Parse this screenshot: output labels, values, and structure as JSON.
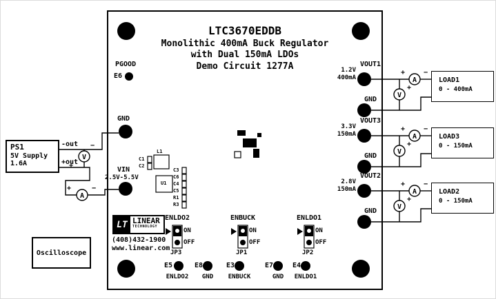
{
  "board": {
    "title": "LTC3670EDDB",
    "subtitle1": "Monolithic 400mA Buck Regulator",
    "subtitle2": "with Dual 150mA LDOs",
    "subtitle3": "Demo Circuit 1277A"
  },
  "power_supply": {
    "name": "PS1",
    "type": "5V Supply",
    "current": "1.6A",
    "neg": "-out",
    "pos": "+out"
  },
  "oscilloscope_label": "Oscilloscope",
  "pgood": {
    "label": "PGOOD",
    "ref": "E6"
  },
  "turret_gnd": "GND",
  "turret_vin": {
    "label": "VIN",
    "range": "2.5V-5.5V"
  },
  "outputs": [
    {
      "name": "VOUT1",
      "voltage": "1.2V",
      "current": "400mA",
      "gnd": "GND",
      "load_name": "LOAD1",
      "load_range": "0 - 400mA"
    },
    {
      "name": "VOUT3",
      "voltage": "3.3V",
      "current": "150mA",
      "gnd": "GND",
      "load_name": "LOAD3",
      "load_range": "0 - 150mA"
    },
    {
      "name": "VOUT2",
      "voltage": "2.8V",
      "current": "150mA",
      "gnd": "GND",
      "load_name": "LOAD2",
      "load_range": "0 - 150mA"
    }
  ],
  "jumpers": [
    {
      "name": "ENLDO2",
      "on": "ON",
      "off": "OFF",
      "ref": "JP3"
    },
    {
      "name": "ENBUCK",
      "on": "ON",
      "off": "OFF",
      "ref": "JP1"
    },
    {
      "name": "ENLDO1",
      "on": "ON",
      "off": "OFF",
      "ref": "JP2"
    }
  ],
  "testpoints": [
    {
      "ref": "E5",
      "label": "ENLDO2"
    },
    {
      "ref": "E8",
      "label": "GND"
    },
    {
      "ref": "E3",
      "label": "ENBUCK"
    },
    {
      "ref": "E7",
      "label": "GND"
    },
    {
      "ref": "E4",
      "label": "ENLDO1"
    }
  ],
  "vendor": {
    "logo": "LT",
    "line1": "LINEAR",
    "line2": "TECHNOLOGY",
    "phone": "(408)432-1900",
    "web": "www.linear.com"
  },
  "components": {
    "l1": "L1",
    "c1": "C1",
    "c2": "C2",
    "u1": "U1",
    "c3": "C3",
    "c6": "C6",
    "c4": "C4",
    "c5": "C5",
    "r1": "R1",
    "r3": "R3"
  },
  "meters": {
    "volt": "V",
    "amp": "A",
    "plus": "+",
    "minus": "−"
  }
}
